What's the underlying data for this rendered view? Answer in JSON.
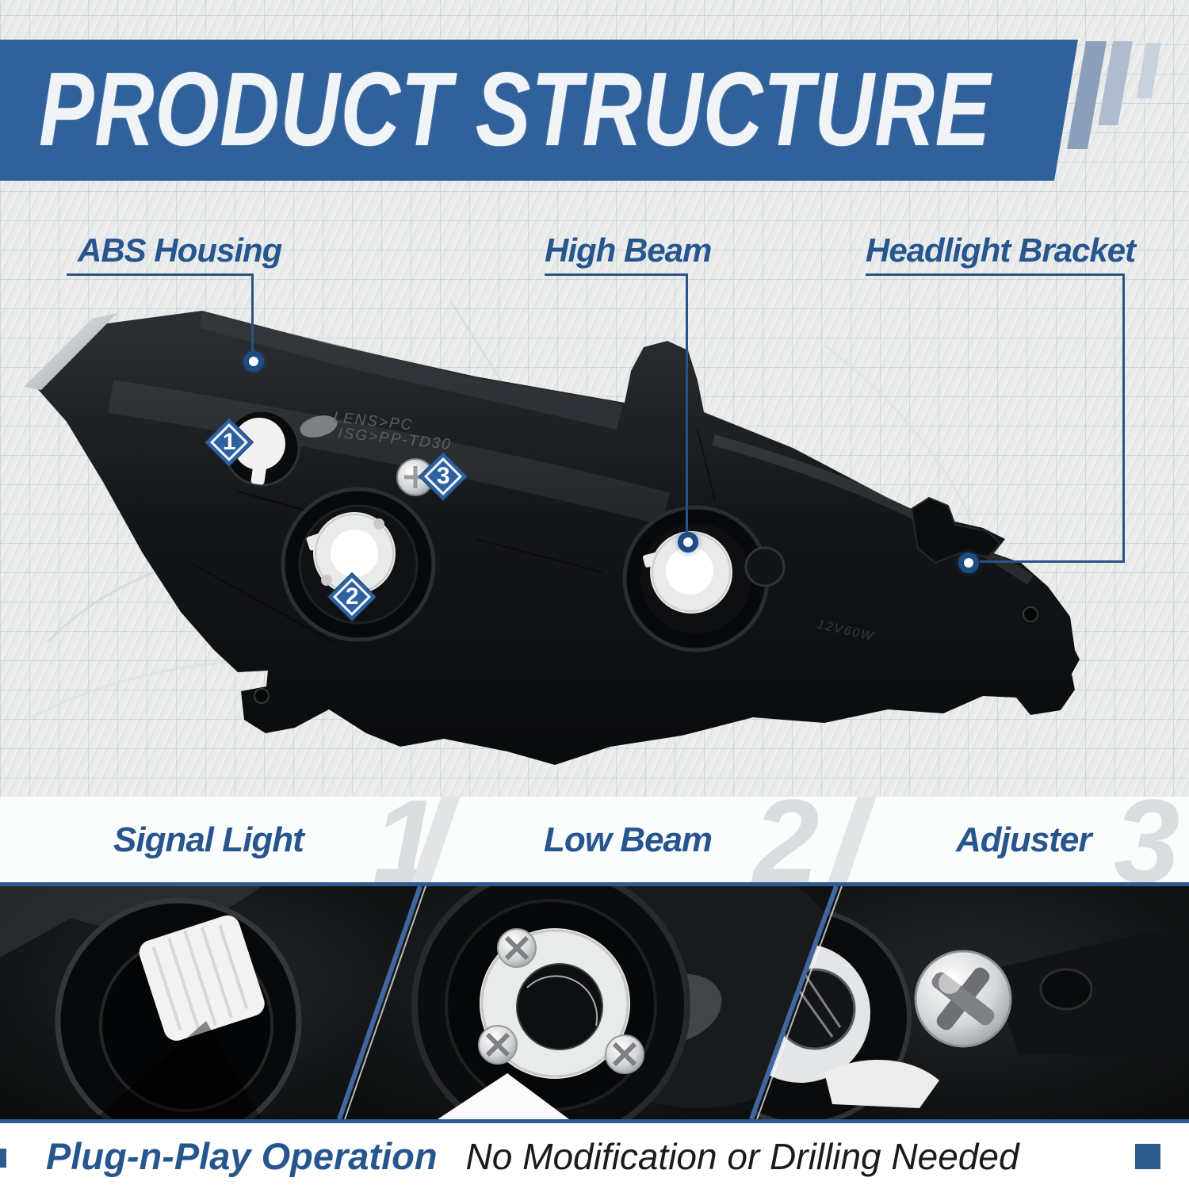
{
  "header": {
    "title": "PRODUCT STRUCTURE"
  },
  "callouts": [
    {
      "label": "ABS Housing"
    },
    {
      "label": "High Beam"
    },
    {
      "label": "Headlight Bracket"
    }
  ],
  "markers": [
    {
      "number": "1"
    },
    {
      "number": "2"
    },
    {
      "number": "3"
    }
  ],
  "parts_band": [
    {
      "label": "Signal Light",
      "number": "1"
    },
    {
      "label": "Low Beam",
      "number": "2"
    },
    {
      "label": "Adjuster",
      "number": "3"
    }
  ],
  "molded_text": {
    "line1": "LENS>PC",
    "line2": "ISG>PP-TD30",
    "line3": "12V60W"
  },
  "footer": {
    "feature": "Plug-n-Play Operation",
    "description": "No Modification or Drilling Needed"
  },
  "colors": {
    "banner_blue": "#30619b",
    "label_blue": "#27568e",
    "callout_line_blue": "#2a5384",
    "marker_blue": "#2d61a0",
    "numeral_gray": "#dadce0",
    "strip_border_blue": "#2e5b8f",
    "paper_gray": "#e9eaea"
  }
}
